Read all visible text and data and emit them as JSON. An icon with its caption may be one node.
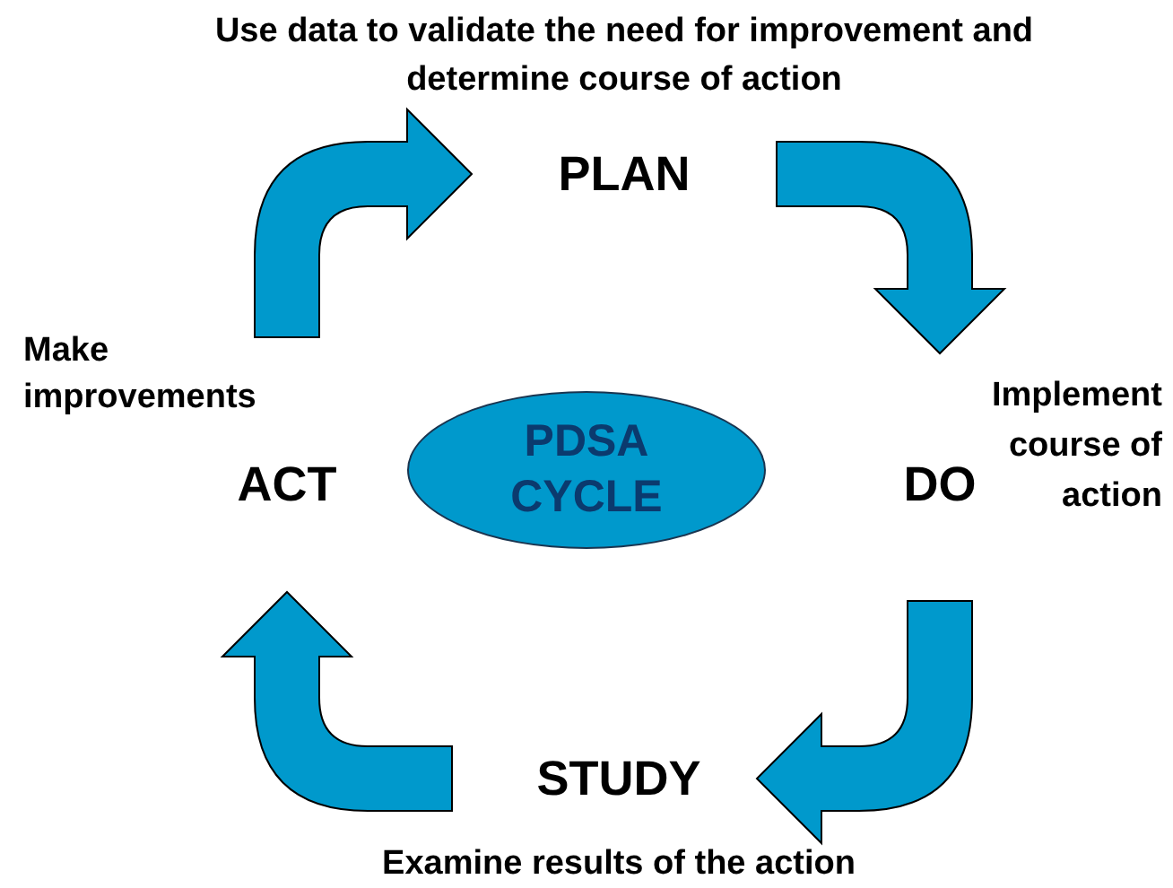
{
  "diagram": {
    "nodes": [
      {
        "text": [
          "PLAN"
        ],
        "beside": [
          "Use data to validate the need for improvement and determine course of action"
        ]
      },
      {
        "text": [
          "ACT"
        ],
        "beside": [
          "Make improvements"
        ]
      },
      {
        "text": [
          "PDSA CYCLE"
        ]
      },
      {
        "text": [
          "DO"
        ],
        "beside": [
          "Implement course of action"
        ]
      },
      {
        "text": [
          "STUDY"
        ],
        "beside": [
          "Examine results of the action"
        ]
      }
    ],
    "edges": [
      {
        "from": 1,
        "to": 0,
        "arrow": "to",
        "style": "thick"
      },
      {
        "from": 0,
        "to": 3,
        "arrow": "to",
        "style": "thick"
      },
      {
        "from": 3,
        "to": 4,
        "arrow": "to",
        "style": "thick"
      },
      {
        "from": 4,
        "to": 1,
        "arrow": "to",
        "style": "thick"
      }
    ]
  }
}
